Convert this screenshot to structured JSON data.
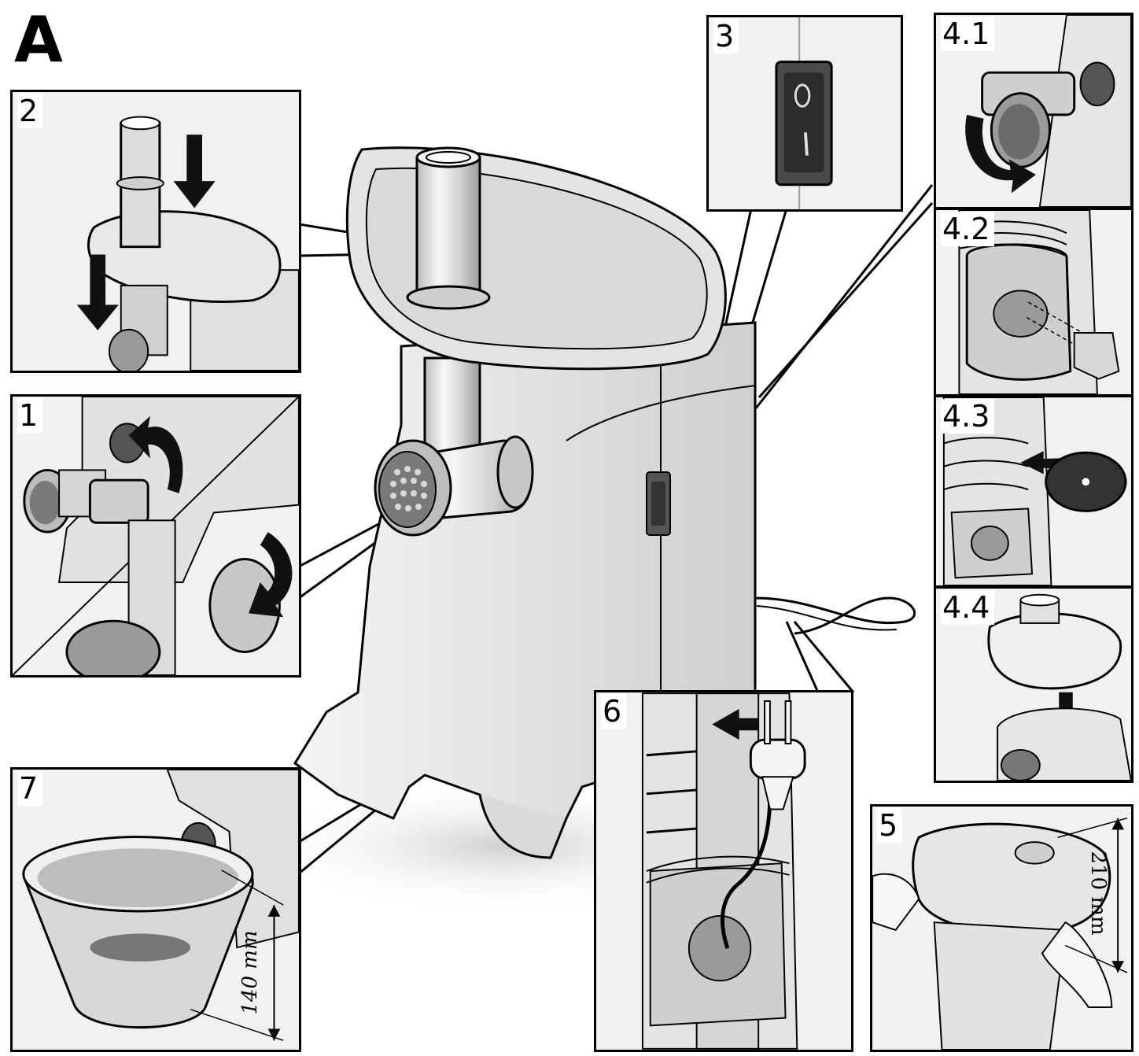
{
  "figure": {
    "label": "A",
    "steps": {
      "s1": "1",
      "s2": "2",
      "s3": "3",
      "s4_1": "4.1",
      "s4_2": "4.2",
      "s4_3": "4.3",
      "s4_4": "4.4",
      "s5": "5",
      "s6": "6",
      "s7": "7"
    },
    "dimensions": {
      "bowl_height": "140 mm",
      "clearance_height": "210 mm"
    },
    "colors": {
      "line": "#000000",
      "panel_bg": "#f1f1f1",
      "metal_light": "#dcdcdc",
      "metal_dark": "#8a8a8a",
      "body": "#e6e6e6"
    },
    "icons": {
      "arrow": "arrow-icon",
      "plug": "plug-icon",
      "switch": "power-switch-icon"
    }
  }
}
